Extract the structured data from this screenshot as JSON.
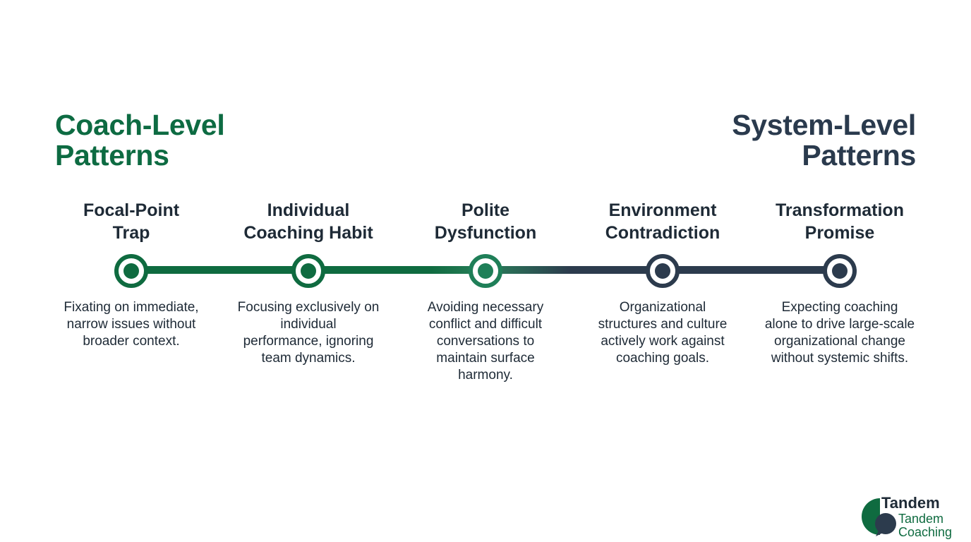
{
  "headings": {
    "left": [
      "Coach-Level",
      "Patterns"
    ],
    "right": [
      "System-Level",
      "Patterns"
    ]
  },
  "colors": {
    "green": "#0f6b40",
    "navy": "#2c3b4d",
    "text": "#1e2a36"
  },
  "nodes": [
    {
      "title": [
        "Focal-Point",
        "Trap"
      ],
      "description": [
        "Fixating on immediate,",
        "narrow issues without",
        "broader context."
      ],
      "color": "#0f6b40"
    },
    {
      "title": [
        "Individual",
        "Coaching Habit"
      ],
      "description": [
        "Focusing exclusively on",
        "individual",
        "performance, ignoring",
        "team dynamics."
      ],
      "color": "#0f6b40"
    },
    {
      "title": [
        "Polite",
        "Dysfunction"
      ],
      "description": [
        "Avoiding necessary",
        "conflict and difficult",
        "conversations to",
        "maintain surface",
        "harmony."
      ],
      "color": "#1f7f58"
    },
    {
      "title": [
        "Environment",
        "Contradiction"
      ],
      "description": [
        "Organizational",
        "structures and culture",
        "actively work against",
        "coaching goals."
      ],
      "color": "#2c3b4d"
    },
    {
      "title": [
        "Transformation",
        "Promise"
      ],
      "description": [
        "Expecting coaching",
        "alone to drive large-scale",
        "organizational change",
        "without systemic shifts."
      ],
      "color": "#2c3b4d"
    }
  ],
  "logo": {
    "line1": "Tandem",
    "line2": "Tandem",
    "line3": "Coaching"
  }
}
